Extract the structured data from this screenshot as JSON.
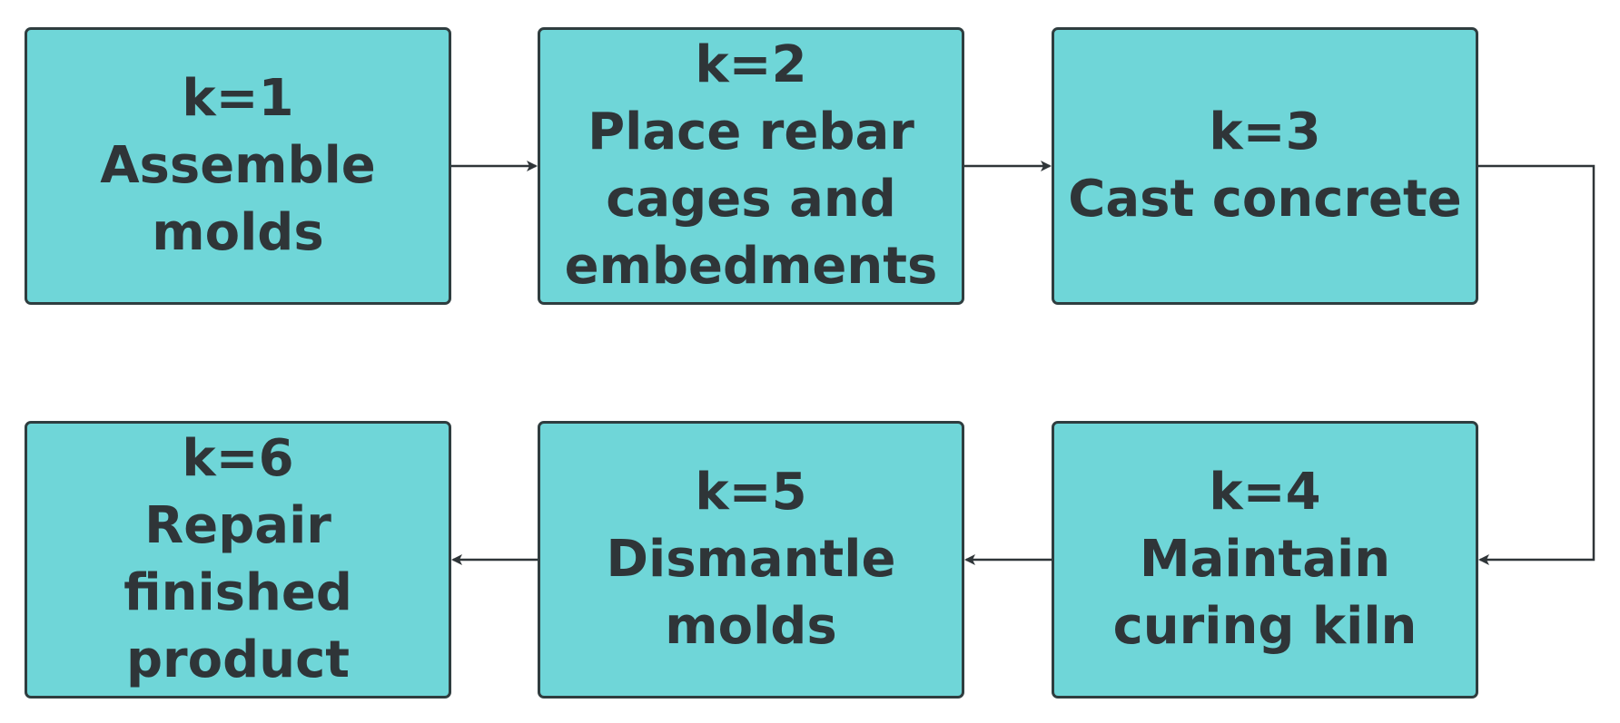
{
  "colors": {
    "box_fill": "#6fd6d8",
    "box_border": "#2f3d3f",
    "text": "#2f3538",
    "arrow": "#2f3538"
  },
  "steps": [
    {
      "k": "k=1",
      "lines": [
        "Assemble",
        "molds"
      ]
    },
    {
      "k": "k=2",
      "lines": [
        "Place rebar",
        "cages and",
        "embedments"
      ]
    },
    {
      "k": "k=3",
      "lines": [
        "Cast concrete"
      ]
    },
    {
      "k": "k=4",
      "lines": [
        "Maintain",
        "curing kiln"
      ]
    },
    {
      "k": "k=5",
      "lines": [
        "Dismantle",
        "molds"
      ]
    },
    {
      "k": "k=6",
      "lines": [
        "Repair",
        "finished",
        "product"
      ]
    }
  ],
  "flow": [
    {
      "from": "k=1",
      "to": "k=2"
    },
    {
      "from": "k=2",
      "to": "k=3"
    },
    {
      "from": "k=3",
      "to": "k=4"
    },
    {
      "from": "k=4",
      "to": "k=5"
    },
    {
      "from": "k=5",
      "to": "k=6"
    }
  ]
}
